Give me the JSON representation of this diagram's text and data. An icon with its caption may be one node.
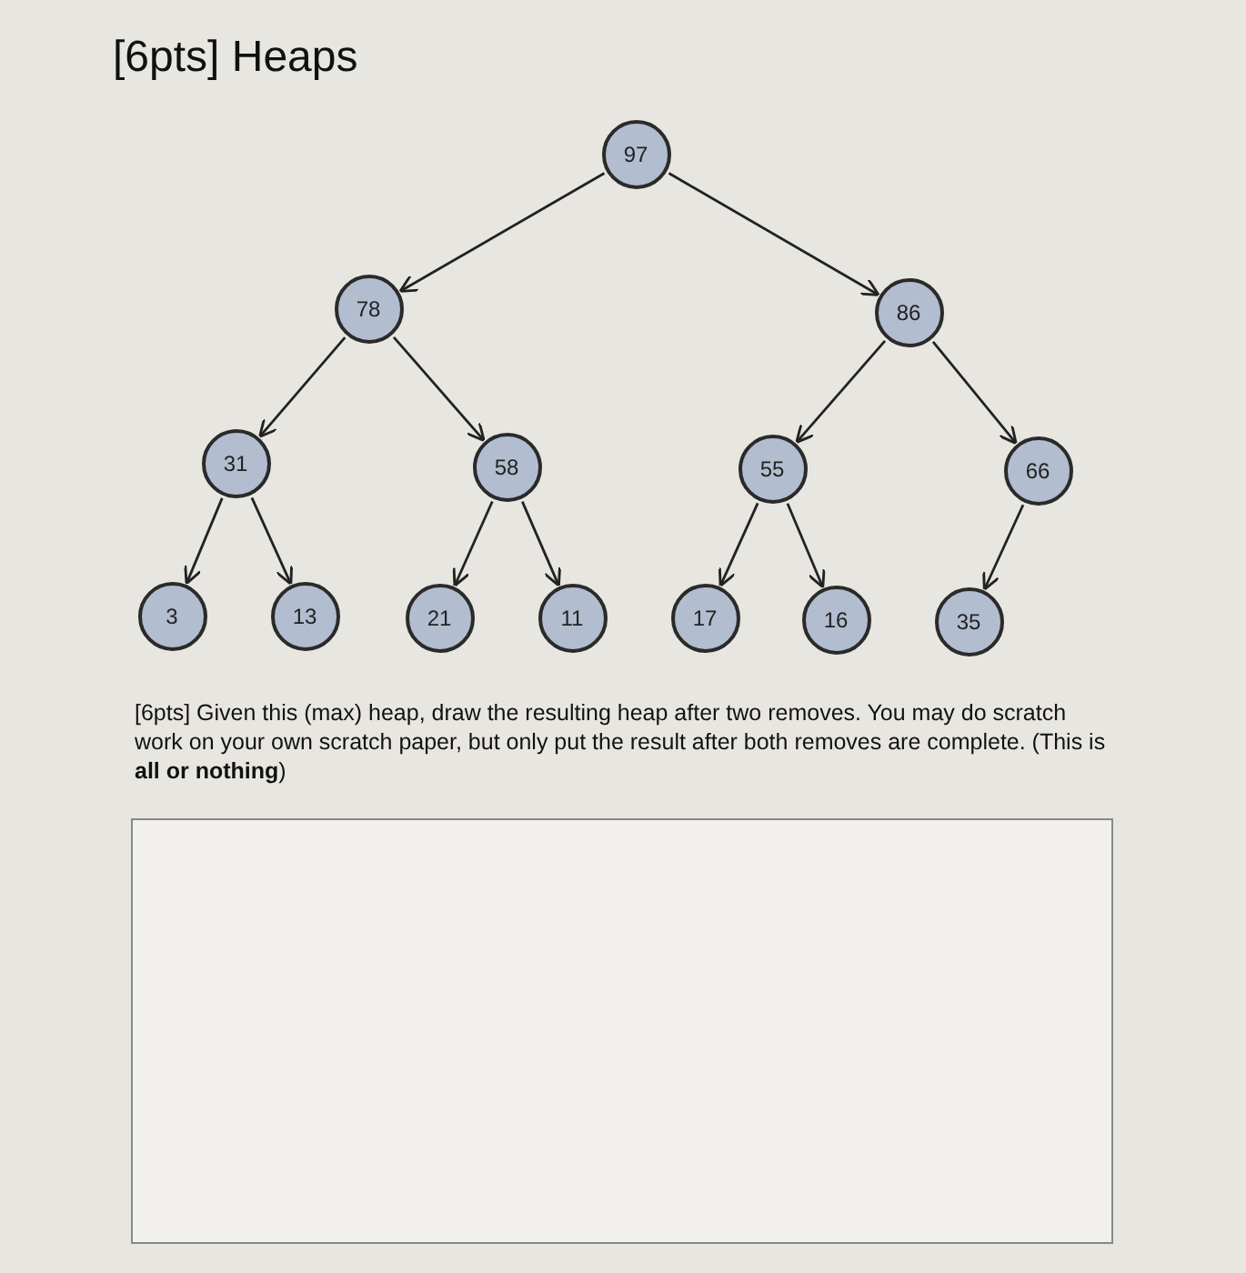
{
  "diagram": {
    "title": "[6pts] Heaps",
    "nodes": [
      {
        "text": [
          "97"
        ]
      },
      {
        "text": [
          "78"
        ]
      },
      {
        "text": [
          "86"
        ]
      },
      {
        "text": [
          "31"
        ]
      },
      {
        "text": [
          "58"
        ]
      },
      {
        "text": [
          "55"
        ]
      },
      {
        "text": [
          "66"
        ]
      },
      {
        "text": [
          "3"
        ]
      },
      {
        "text": [
          "13"
        ]
      },
      {
        "text": [
          "21"
        ]
      },
      {
        "text": [
          "11"
        ]
      },
      {
        "text": [
          "17"
        ]
      },
      {
        "text": [
          "16"
        ]
      },
      {
        "text": [
          "35"
        ]
      }
    ],
    "edges": [
      {
        "from": 0,
        "to": 1,
        "arrow": "to"
      },
      {
        "from": 0,
        "to": 2,
        "arrow": "to"
      },
      {
        "from": 1,
        "to": 3,
        "arrow": "to"
      },
      {
        "from": 1,
        "to": 4,
        "arrow": "to"
      },
      {
        "from": 2,
        "to": 5,
        "arrow": "to"
      },
      {
        "from": 2,
        "to": 6,
        "arrow": "to"
      },
      {
        "from": 3,
        "to": 7,
        "arrow": "to"
      },
      {
        "from": 3,
        "to": 8,
        "arrow": "to"
      },
      {
        "from": 4,
        "to": 9,
        "arrow": "to"
      },
      {
        "from": 4,
        "to": 10,
        "arrow": "to"
      },
      {
        "from": 5,
        "to": 11,
        "arrow": "to"
      },
      {
        "from": 5,
        "to": 12,
        "arrow": "to"
      },
      {
        "from": 6,
        "to": 13,
        "arrow": "to"
      }
    ],
    "labels": [
      "[6pts] Given this (max) heap, draw the resulting heap after two removes. You may do scratch work on your own scratch paper, but only put the result after both removes are complete. (This is **all or nothing**)"
    ]
  }
}
